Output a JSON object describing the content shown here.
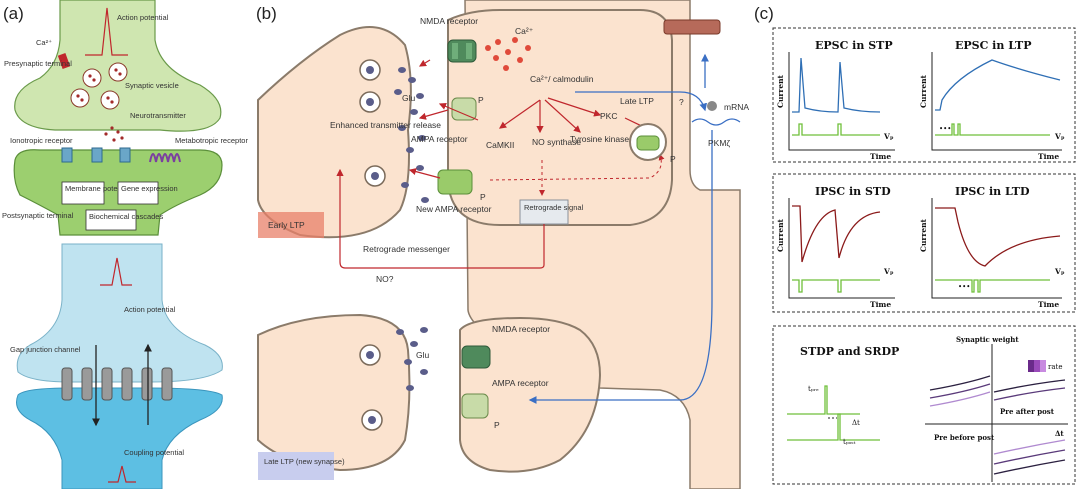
{
  "panel_a": {
    "label": "(a)",
    "action_potential": "Action potential",
    "ca": "Ca²⁺",
    "presynaptic_terminal": "Presynaptic terminal",
    "synaptic_vesicle": "Synaptic vesicle",
    "neurotransmitter": "Neurotransmitter",
    "ionotropic_receptor": "Ionotropic receptor",
    "metabotropic_receptor": "Metabotropic receptor",
    "membrane_potential": "Membrane potential",
    "gene_expression": "Gene expression",
    "biochemical_cascades": "Biochemical cascades",
    "postsynaptic_terminal": "Postsynaptic terminal",
    "action_potential_2": "Action potential",
    "gap_junction_channel": "Gap junction channel",
    "coupling_potential": "Coupling potential"
  },
  "panel_b": {
    "label": "(b)",
    "nmda_receptor": "NMDA receptor",
    "ca2": "Ca²⁺",
    "ca_calmodulin": "Ca²⁺/ calmodulin",
    "glu": "Glu",
    "ampa_receptor": "AMPA receptor",
    "p": "P",
    "enhanced_release": "Enhanced transmitter release",
    "camkii": "CaMKII",
    "no_synthase": "NO synthase",
    "tyrosine_kinase": "Tyrosine kinase (Fyn)",
    "pkc": "PKC",
    "late_ltp": "Late LTP",
    "question": "?",
    "mrna": "mRNA",
    "pkmz": "PKMζ",
    "new_ampa": "New AMPA receptor",
    "retrograde_signal": "Retrograde signal",
    "early_ltp": "Early LTP",
    "retrograde_messenger": "Retrograde messenger",
    "no_q": "NO?",
    "glu2": "Glu",
    "nmda_receptor2": "NMDA receptor",
    "ampa_receptor2": "AMPA receptor",
    "late_ltp_new": "Late LTP (new synapse)"
  },
  "panel_c": {
    "label": "(c)",
    "epsc_stp": "EPSC in STP",
    "epsc_ltp": "EPSC in LTP",
    "ipsc_std": "IPSC in STD",
    "ipsc_ltd": "IPSC in LTD",
    "current": "Current",
    "time": "Time",
    "vp": "Vₚ",
    "dots": "•••",
    "stdp_srdp": "STDP and SRDP",
    "synaptic_weight": "Synaptic weight",
    "rate": "rate",
    "t_pre": "tₚᵣₑ",
    "t_post": "tₚₒₛₜ",
    "delta_t": "Δt",
    "pre_after_post": "Pre after post",
    "pre_before_post": "Pre before post"
  },
  "colors": {
    "green_cell": "#cfe6b0",
    "green_post": "#9ccf6f",
    "blue_cell": "#bfe3f0",
    "peach": "#fbe3cf",
    "red": "#c0272d",
    "blue_arrow": "#3a6fc4",
    "trace_blue": "#2f6fb5",
    "trace_red": "#8b1a1a",
    "pulse_green": "#6fbf3a"
  }
}
